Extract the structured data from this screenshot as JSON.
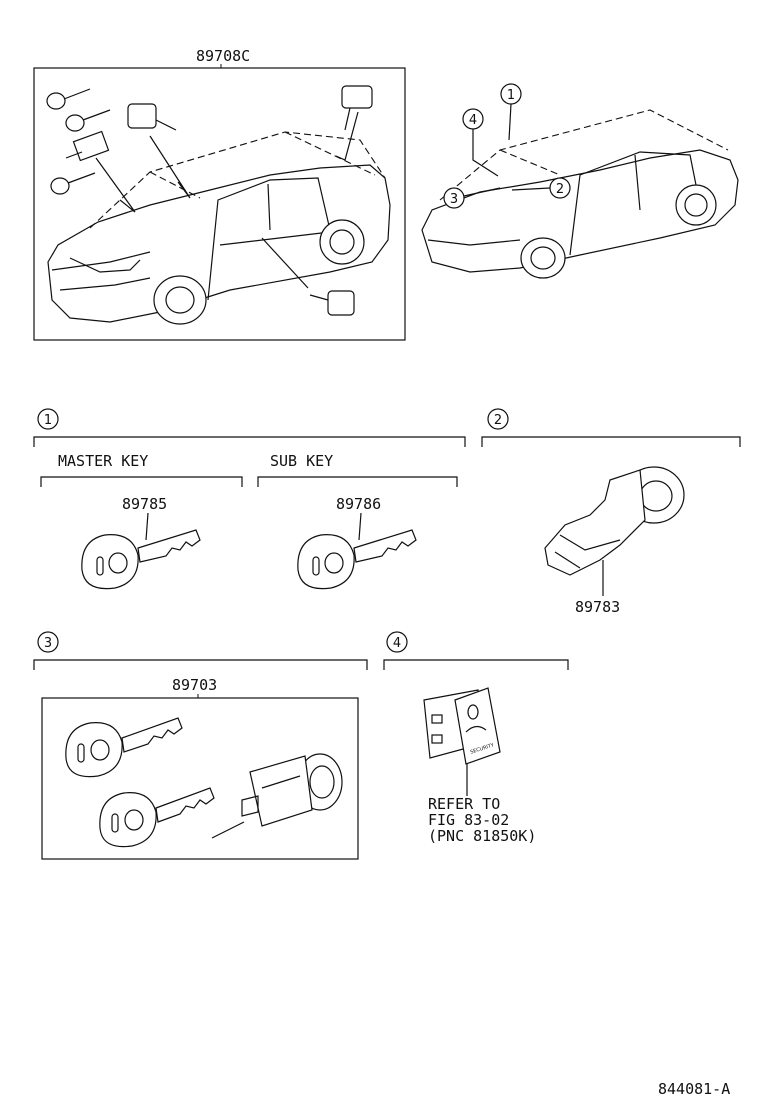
{
  "top_part": "89708C",
  "sections": [
    {
      "num": "1"
    },
    {
      "num": "2"
    },
    {
      "num": "3"
    },
    {
      "num": "4"
    }
  ],
  "callouts": [
    "1",
    "2",
    "3",
    "4"
  ],
  "master_key": {
    "label": "MASTER KEY",
    "part": "89785"
  },
  "sub_key": {
    "label": "SUB KEY",
    "part": "89786"
  },
  "immobilizer_part": "89783",
  "lock_set_part": "89703",
  "refer": {
    "line1": "REFER TO",
    "line2": "FIG 83-02",
    "line3": "(PNC 81850K)"
  },
  "switch_text": "SECURITY",
  "diagram_id": "844081-A"
}
